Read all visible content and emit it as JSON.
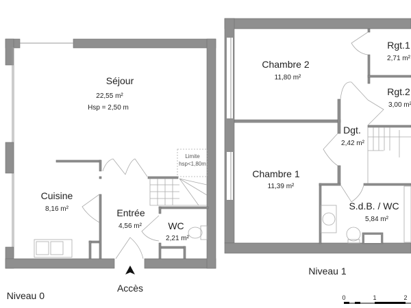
{
  "levels": [
    {
      "label": "Niveau 0",
      "rooms": [
        {
          "name": "Séjour",
          "area": "22,55 m²",
          "extra": "Hsp = 2,50 m"
        },
        {
          "name": "Cuisine",
          "area": "8,16 m²"
        },
        {
          "name": "Entrée",
          "area": "4,56 m²"
        },
        {
          "name": "WC",
          "area": "2,21 m²"
        }
      ],
      "note_line1": "Limite",
      "note_line2": "hsp<1,80m",
      "access": "Accès"
    },
    {
      "label": "Niveau 1",
      "rooms": [
        {
          "name": "Chambre 2",
          "area": "11,80 m²"
        },
        {
          "name": "Chambre 1",
          "area": "11,39 m²"
        },
        {
          "name": "Dgt.",
          "area": "2,42 m²"
        },
        {
          "name": "Rgt.1",
          "area": "2,71 m²"
        },
        {
          "name": "Rgt.2",
          "area": "3,00 m²"
        },
        {
          "name": "S.d.B. / WC",
          "area": "5,84 m²"
        }
      ]
    }
  ],
  "scale": {
    "ticks": [
      "0",
      "1",
      "2"
    ]
  },
  "colors": {
    "wall": "#8f8f8f"
  }
}
